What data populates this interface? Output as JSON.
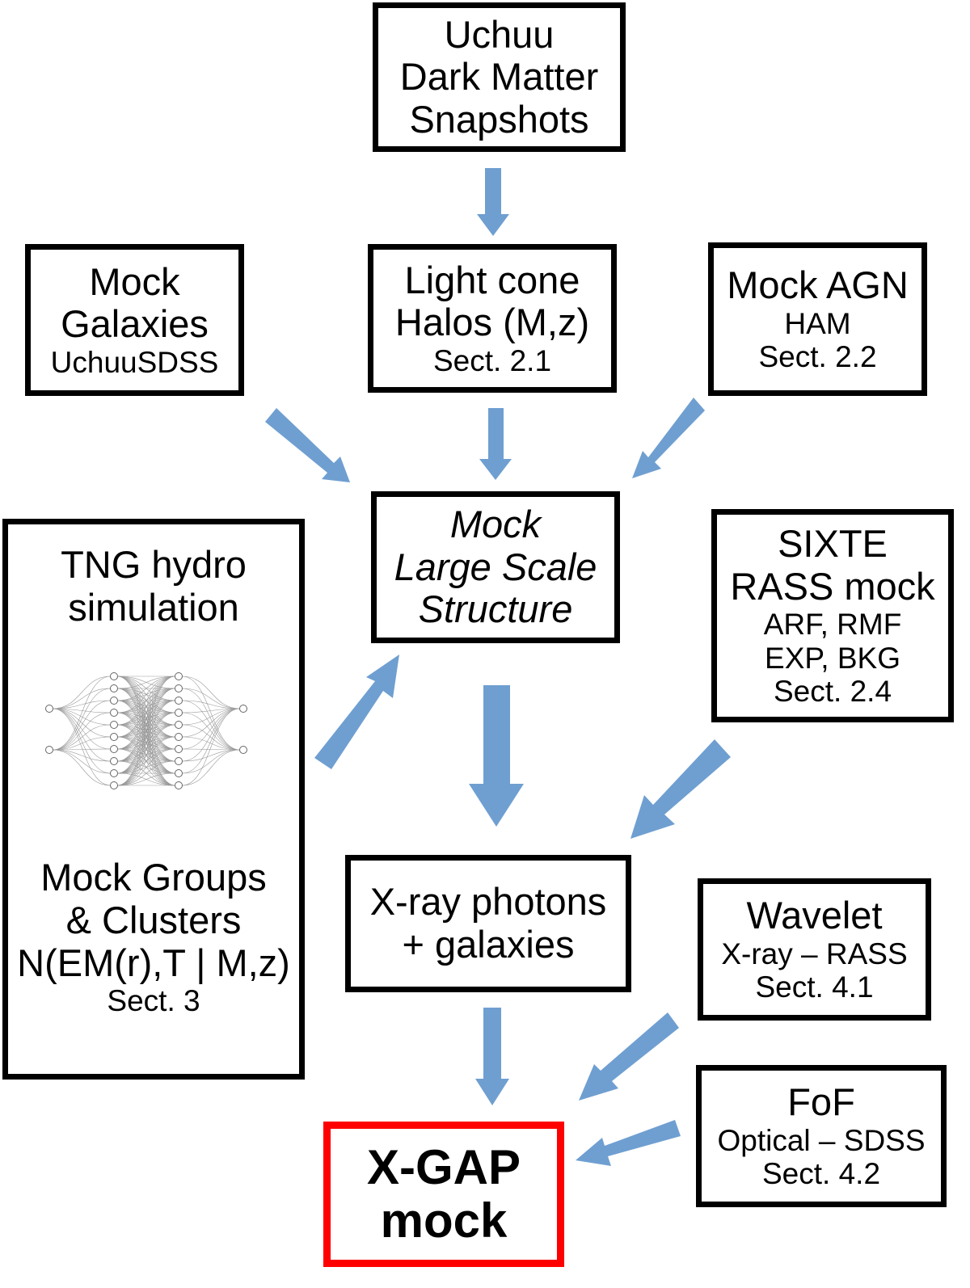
{
  "diagram": {
    "colors": {
      "arrow": "#6f9fd1",
      "box_border": "#000000",
      "highlight_border": "#ff0000"
    },
    "nodes": {
      "uchuu": {
        "lines": [
          "Uchuu",
          "Dark Matter",
          "Snapshots"
        ]
      },
      "mock_galaxies": {
        "lines": [
          "Mock",
          "Galaxies",
          "UchuuSDSS"
        ]
      },
      "light_cone": {
        "lines": [
          "Light cone",
          "Halos (M,z)",
          "Sect. 2.1"
        ]
      },
      "mock_agn": {
        "lines": [
          "Mock AGN",
          "HAM",
          "Sect. 2.2"
        ]
      },
      "mock_lss": {
        "lines": [
          "Mock",
          "Large Scale",
          "Structure"
        ]
      },
      "sixte": {
        "lines": [
          "SIXTE",
          "RASS mock",
          "ARF, RMF",
          "EXP, BKG",
          "Sect. 2.4"
        ]
      },
      "tng": {
        "top_lines": [
          "TNG hydro",
          "simulation"
        ],
        "bottom_lines": [
          "Mock Groups",
          "& Clusters",
          "N(EM(r),T | M,z)",
          "Sect. 3"
        ],
        "network_icon": "neural-network-icon"
      },
      "xray_photons": {
        "lines": [
          "X-ray photons",
          "+ galaxies"
        ]
      },
      "wavelet": {
        "lines": [
          "Wavelet",
          "X-ray – RASS",
          "Sect. 4.1"
        ]
      },
      "fof": {
        "lines": [
          "FoF",
          "Optical – SDSS",
          "Sect. 4.2"
        ]
      },
      "xgap": {
        "lines": [
          "X-GAP",
          "mock"
        ]
      }
    },
    "edges": [
      [
        "uchuu",
        "light_cone"
      ],
      [
        "mock_galaxies",
        "mock_lss"
      ],
      [
        "light_cone",
        "mock_lss"
      ],
      [
        "mock_agn",
        "mock_lss"
      ],
      [
        "tng",
        "mock_lss"
      ],
      [
        "mock_lss",
        "xray_photons"
      ],
      [
        "sixte",
        "xray_photons"
      ],
      [
        "xray_photons",
        "xgap"
      ],
      [
        "wavelet",
        "xgap"
      ],
      [
        "fof",
        "xgap"
      ]
    ]
  }
}
